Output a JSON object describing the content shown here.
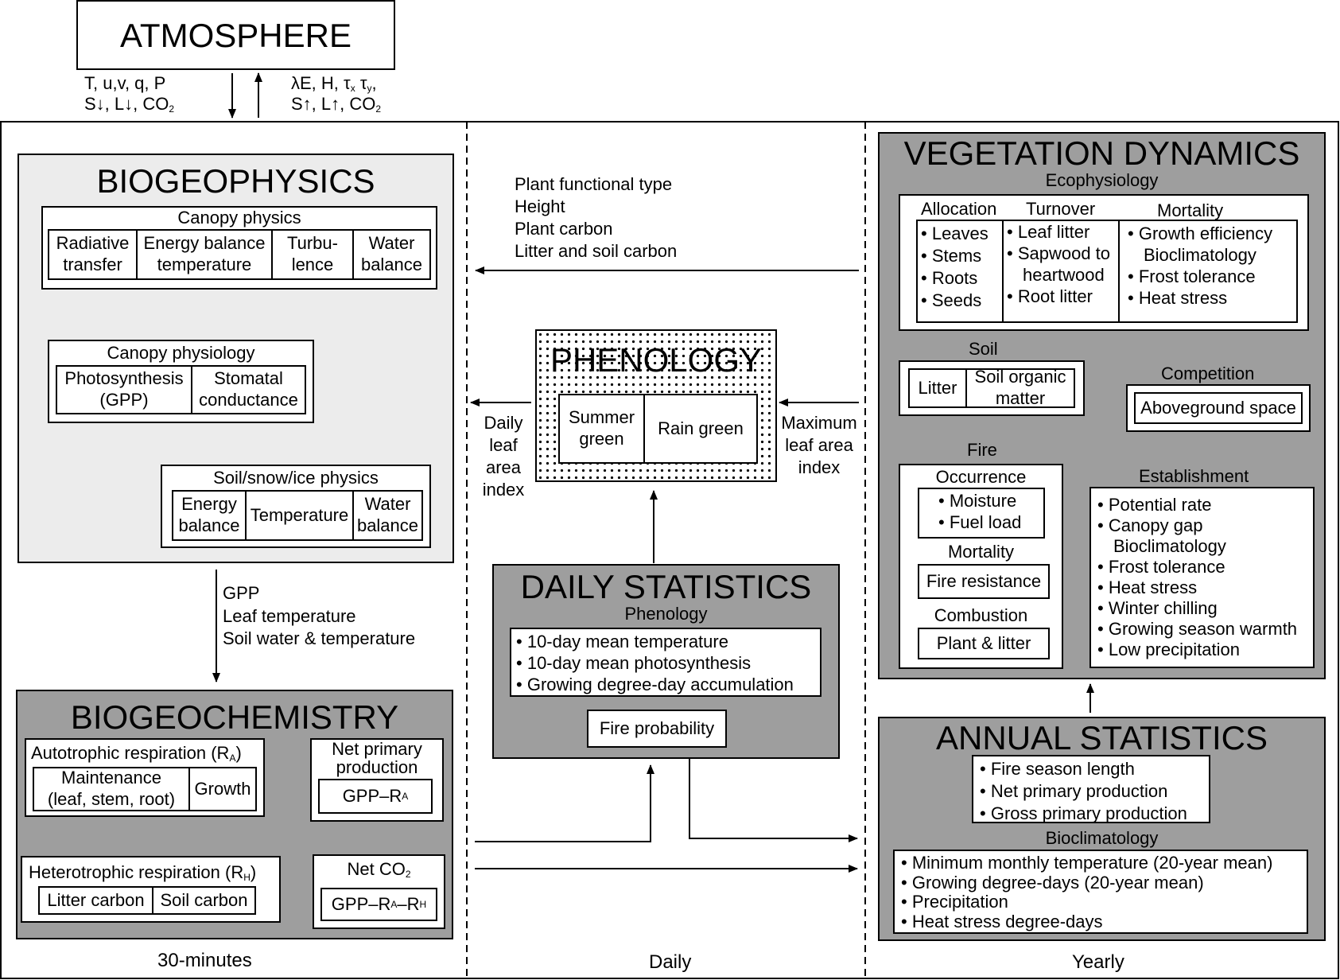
{
  "atmosphere": {
    "title": "ATMOSPHERE",
    "in_line1": "T, u,v, q, P",
    "in_line2_a": "S↓, L↓, CO",
    "in_line2_sub": "2",
    "out_line1_a": "λE, H, τ",
    "out_line1_sub1": "x",
    "out_line1_b": " τ",
    "out_line1_sub2": "y",
    "out_line1_c": ",",
    "out_line2_a": "S↑, L↑, CO",
    "out_line2_sub": "2"
  },
  "biogeophysics": {
    "title": "BIOGEOPHYSICS",
    "canopy_physics": {
      "title": "Canopy physics",
      "cells": [
        "Radiative\ntransfer",
        "Energy balance\ntemperature",
        "Turbu-\nlence",
        "Water\nbalance"
      ]
    },
    "canopy_physiology": {
      "title": "Canopy physiology",
      "cells": [
        "Photosynthesis\n(GPP)",
        "Stomatal\nconductance"
      ]
    },
    "soil_physics": {
      "title": "Soil/snow/ice physics",
      "cells": [
        "Energy\nbalance",
        "Temperature",
        "Water\nbalance"
      ]
    }
  },
  "gpp_flow": [
    "GPP",
    "Leaf temperature",
    "Soil water & temperature"
  ],
  "biogeochemistry": {
    "title": "BIOGEOCHEMISTRY",
    "autotrophic": {
      "title_a": "Autotrophic respiration (R",
      "title_sub": "A",
      "title_b": ")",
      "cells": [
        "Maintenance\n(leaf, stem, root)",
        "Growth"
      ]
    },
    "npp": {
      "title": "Net primary\nproduction",
      "formula_a": "GPP–R",
      "formula_sub": "A"
    },
    "heterotrophic": {
      "title_a": "Heterotrophic respiration (R",
      "title_sub": "H",
      "title_b": ")",
      "cells": [
        "Litter carbon",
        "Soil carbon"
      ]
    },
    "net_co2": {
      "title_a": "Net CO",
      "title_sub": "2",
      "formula_a": "GPP–R",
      "formula_sub1": "A",
      "formula_b": "–R",
      "formula_sub2": "H"
    }
  },
  "veg_feedback": [
    "Plant functional type",
    "Height",
    "Plant carbon",
    "Litter and soil carbon"
  ],
  "phenology": {
    "title": "PHENOLOGY",
    "cells": [
      "Summer\ngreen",
      "Rain green"
    ],
    "left_label": "Daily\nleaf\narea\nindex",
    "right_label": "Maximum\nleaf area\nindex"
  },
  "daily_statistics": {
    "title": "DAILY STATISTICS",
    "subtitle": "Phenology",
    "items": [
      "10-day mean temperature",
      "10-day mean photosynthesis",
      "Growing degree-day accumulation"
    ],
    "fire_probability": "Fire probability"
  },
  "vegetation_dynamics": {
    "title": "VEGETATION DYNAMICS",
    "subtitle": "Ecophysiology",
    "allocation": {
      "title": "Allocation",
      "items": [
        "Leaves",
        "Stems",
        "Roots",
        "Seeds"
      ]
    },
    "turnover": {
      "title": "Turnover",
      "items": [
        "Leaf litter",
        "Sapwood to",
        "heartwood",
        "Root litter"
      ]
    },
    "mortality": {
      "title": "Mortality",
      "items": [
        "Growth efficiency",
        "Bioclimatology",
        "Frost tolerance",
        "Heat stress"
      ]
    },
    "soil": {
      "title": "Soil",
      "cells": [
        "Litter",
        "Soil organic\nmatter"
      ]
    },
    "competition": {
      "title": "Competition",
      "item": "Aboveground space"
    },
    "fire": {
      "title": "Fire",
      "occurrence": "Occurrence",
      "occurrence_items": [
        "Moisture",
        "Fuel load"
      ],
      "mortality": "Mortality",
      "mortality_item": "Fire resistance",
      "combustion": "Combustion",
      "combustion_item": "Plant & litter"
    },
    "establishment": {
      "title": "Establishment",
      "items": [
        "Potential rate",
        "Canopy gap",
        "Bioclimatology",
        "Frost tolerance",
        "Heat stress",
        "Winter chilling",
        "Growing season warmth",
        "Low precipitation"
      ]
    }
  },
  "annual_statistics": {
    "title": "ANNUAL STATISTICS",
    "items": [
      "Fire season length",
      "Net primary production",
      "Gross primary production"
    ],
    "bioclim_title": "Bioclimatology",
    "bioclim_items": [
      "Minimum monthly temperature (20-year mean)",
      "Growing degree-days (20-year mean)",
      "Precipitation",
      "Heat stress degree-days"
    ]
  },
  "timescales": [
    "30-minutes",
    "Daily",
    "Yearly"
  ]
}
